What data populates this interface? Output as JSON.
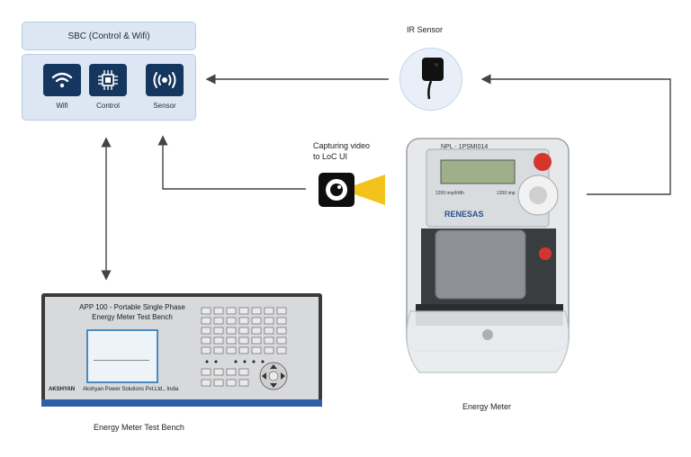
{
  "sbc": {
    "title": "SBC (Control & Wifi)",
    "tiles": [
      {
        "label": "Wifi",
        "icon": "wifi-icon"
      },
      {
        "label": "Control",
        "icon": "chip-icon"
      },
      {
        "label": "Sensor",
        "icon": "sensor-icon"
      }
    ]
  },
  "ir_sensor": {
    "label": "IR Sensor"
  },
  "camera": {
    "label_line1": "Capturing video",
    "label_line2": "to LoC UI"
  },
  "meter": {
    "caption": "Energy Meter",
    "model": "NPL - 1PSMI014",
    "brand": "RENESAS",
    "rating_left": "1200 imp/kWh",
    "rating_right": "1200 imp"
  },
  "bench": {
    "caption": "Energy Meter Test Bench",
    "title_line1": "APP 100 - Portable Single Phase",
    "title_line2": "Energy Meter Test Bench",
    "logo": "AKSHYAN",
    "company": "Akshyan Power Solutions Pvt.Ltd., India"
  },
  "colors": {
    "tile": "#15365e",
    "box": "#dde7f4",
    "arrow": "#444444",
    "camera_cone": "#f3c21c"
  }
}
